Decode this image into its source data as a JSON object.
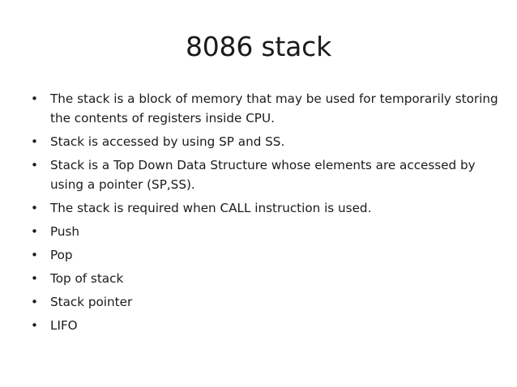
{
  "slide": {
    "title": "8086 stack",
    "background_color": "#ffffff",
    "text_color": "#1b1b1b",
    "bullet_glyph": "•",
    "bullets": [
      {
        "text": "The stack is a block of memory that may be used for temporarily storing the contents of registers inside CPU."
      },
      {
        "text": "Stack is accessed by using SP and SS."
      },
      {
        "text": "Stack is a Top Down Data Structure whose elements are accessed by using a pointer (SP,SS)."
      },
      {
        "text": "The stack is required when CALL instruction is used."
      },
      {
        "text": "Push"
      },
      {
        "text": "Pop"
      },
      {
        "text": "Top of stack"
      },
      {
        "text": "Stack pointer"
      },
      {
        "text": "LIFO"
      }
    ]
  }
}
